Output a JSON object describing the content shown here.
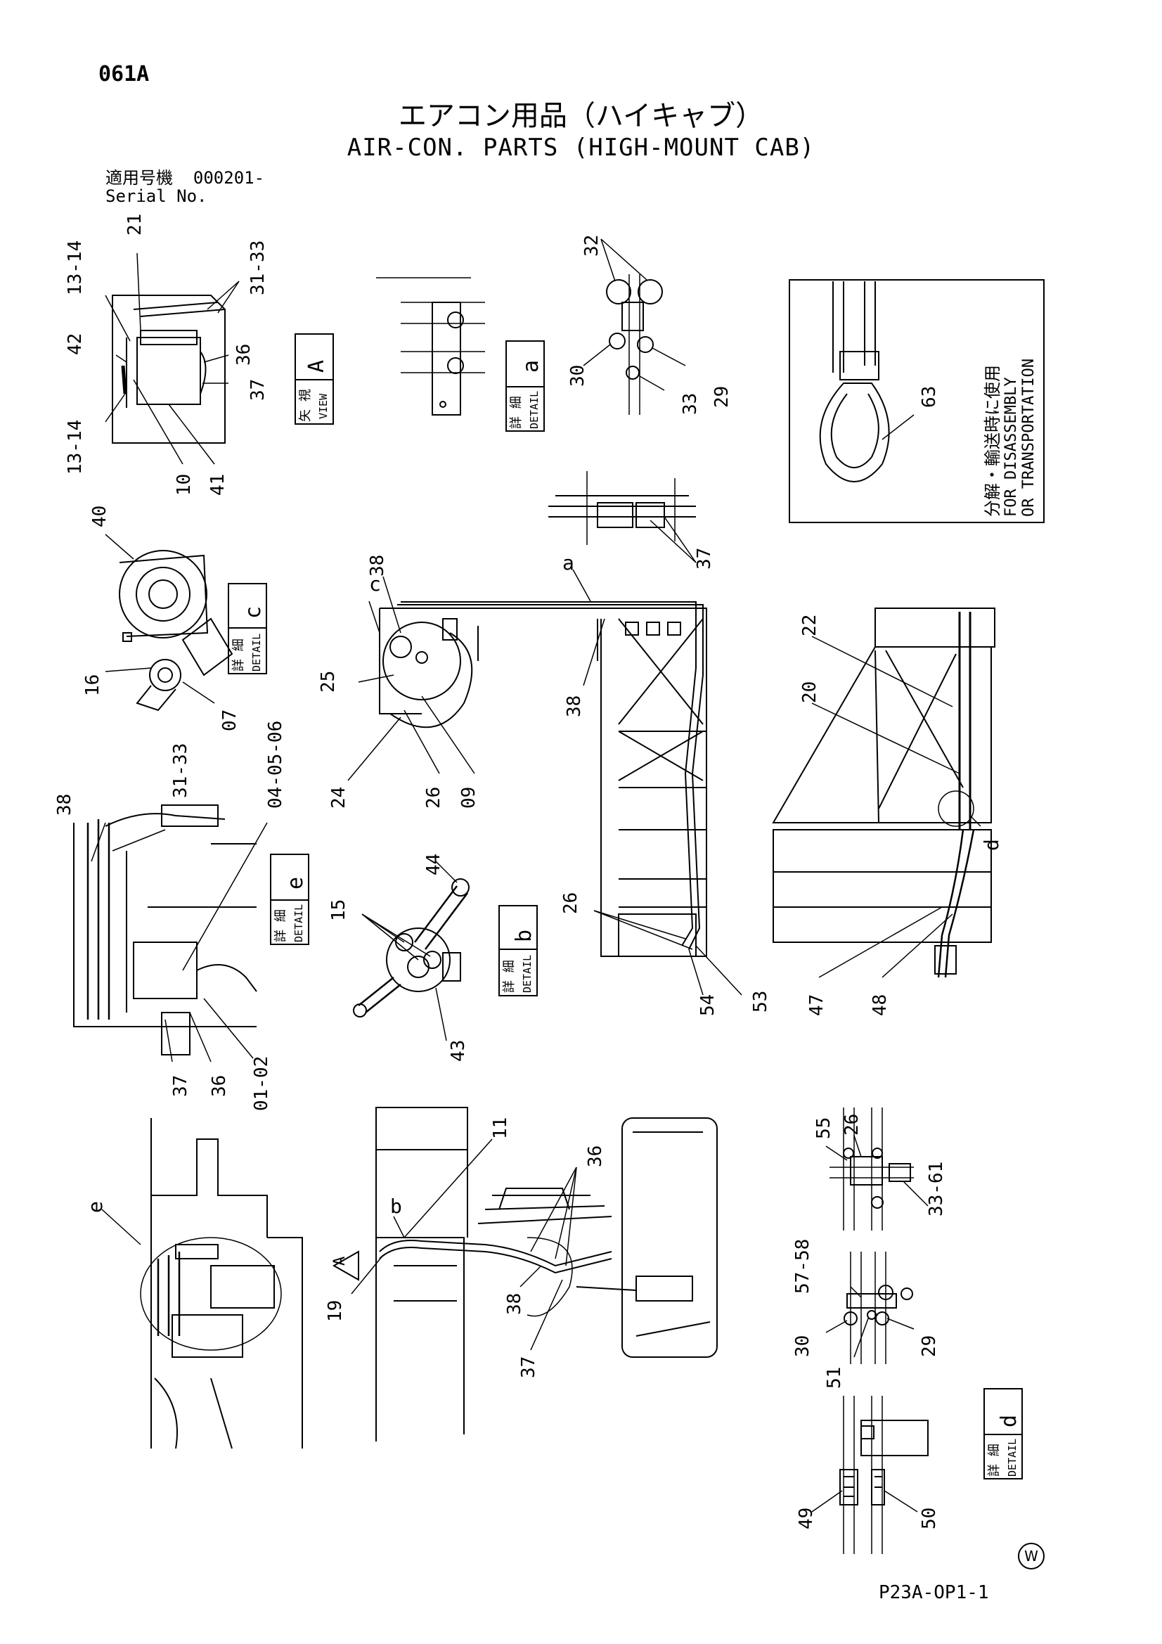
{
  "header": {
    "page_code": "061A",
    "title_jp": "エアコン用品（ハイキャブ）",
    "title_en": "AIR-CON. PARTS (HIGH-MOUNT CAB)",
    "serial_jp": "適用号機",
    "serial_value": "000201-",
    "serial_en": "Serial No."
  },
  "view_boxes": {
    "view_a_jp": "矢 視",
    "view_a_en": "VIEW",
    "view_a_letter": "A",
    "detail_jp": "詳 細",
    "detail_en": "DETAIL",
    "letter_a": "a",
    "letter_b": "b",
    "letter_c": "c",
    "letter_d": "d",
    "letter_e": "e"
  },
  "note_box": {
    "jp": "分解・輸送時に使用",
    "en1": "FOR DISASSEMBLY",
    "en2": "OR TRANSPORTATION",
    "part": "63"
  },
  "callouts": {
    "p13_14a": "13-14",
    "p21": "21",
    "p31_33a": "31-33",
    "p42": "42",
    "p36a": "36",
    "p37a": "37",
    "p13_14b": "13-14",
    "p10": "10",
    "p41": "41",
    "p32": "32",
    "p30a": "30",
    "p33a": "33",
    "p29a": "29",
    "p37b": "37",
    "p40": "40",
    "p16": "16",
    "p07": "07",
    "p38a": "38",
    "pa": "a",
    "pc": "c",
    "p25": "25",
    "p24": "24",
    "p26a": "26",
    "p09": "09",
    "p38b": "38",
    "p22": "22",
    "p20": "20",
    "pd": "d",
    "p47": "47",
    "p48": "48",
    "p38c": "38",
    "p31_33b": "31-33",
    "p04_05_06": "04-05-06",
    "p37c": "37",
    "p36b": "36",
    "p01_02": "01-02",
    "p44": "44",
    "p15": "15",
    "p43": "43",
    "p26b": "26",
    "p54": "54",
    "p53": "53",
    "pe": "e",
    "pb": "b",
    "p11": "11",
    "p36c": "36",
    "p19": "19",
    "p38d": "38",
    "p37d": "37",
    "pA": "A",
    "p55": "55",
    "p26c": "26",
    "p33_61": "33-61",
    "p57_58": "57-58",
    "p30b": "30",
    "p51": "51",
    "p29b": "29",
    "p49": "49",
    "p50": "50"
  },
  "footer": {
    "drawing_no": "P23A-OP1-1",
    "mark": "W"
  }
}
